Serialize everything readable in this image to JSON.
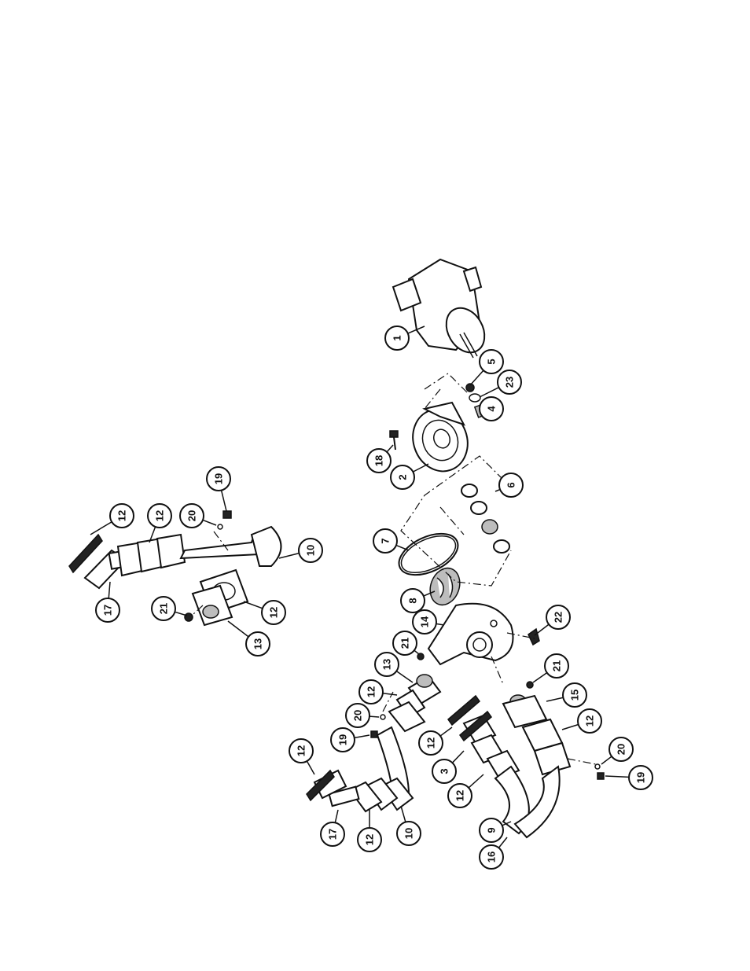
{
  "callouts": [
    {
      "label": "1"
    },
    {
      "label": "5"
    },
    {
      "label": "23"
    },
    {
      "label": "4"
    },
    {
      "label": "18"
    },
    {
      "label": "2"
    },
    {
      "label": "6"
    },
    {
      "label": "7"
    },
    {
      "label": "8"
    },
    {
      "label": "14"
    },
    {
      "label": "22"
    },
    {
      "label": "21"
    },
    {
      "label": "13"
    },
    {
      "label": "12"
    },
    {
      "label": "20"
    },
    {
      "label": "19"
    },
    {
      "label": "12"
    },
    {
      "label": "17"
    },
    {
      "label": "12"
    },
    {
      "label": "10"
    },
    {
      "label": "21"
    },
    {
      "label": "15"
    },
    {
      "label": "12"
    },
    {
      "label": "12"
    },
    {
      "label": "3"
    },
    {
      "label": "12"
    },
    {
      "label": "20"
    },
    {
      "label": "19"
    },
    {
      "label": "9"
    },
    {
      "label": "16"
    },
    {
      "label": "12"
    },
    {
      "label": "12"
    },
    {
      "label": "19"
    },
    {
      "label": "20"
    },
    {
      "label": "10"
    },
    {
      "label": "17"
    },
    {
      "label": "21"
    },
    {
      "label": "12"
    },
    {
      "label": "13"
    }
  ]
}
